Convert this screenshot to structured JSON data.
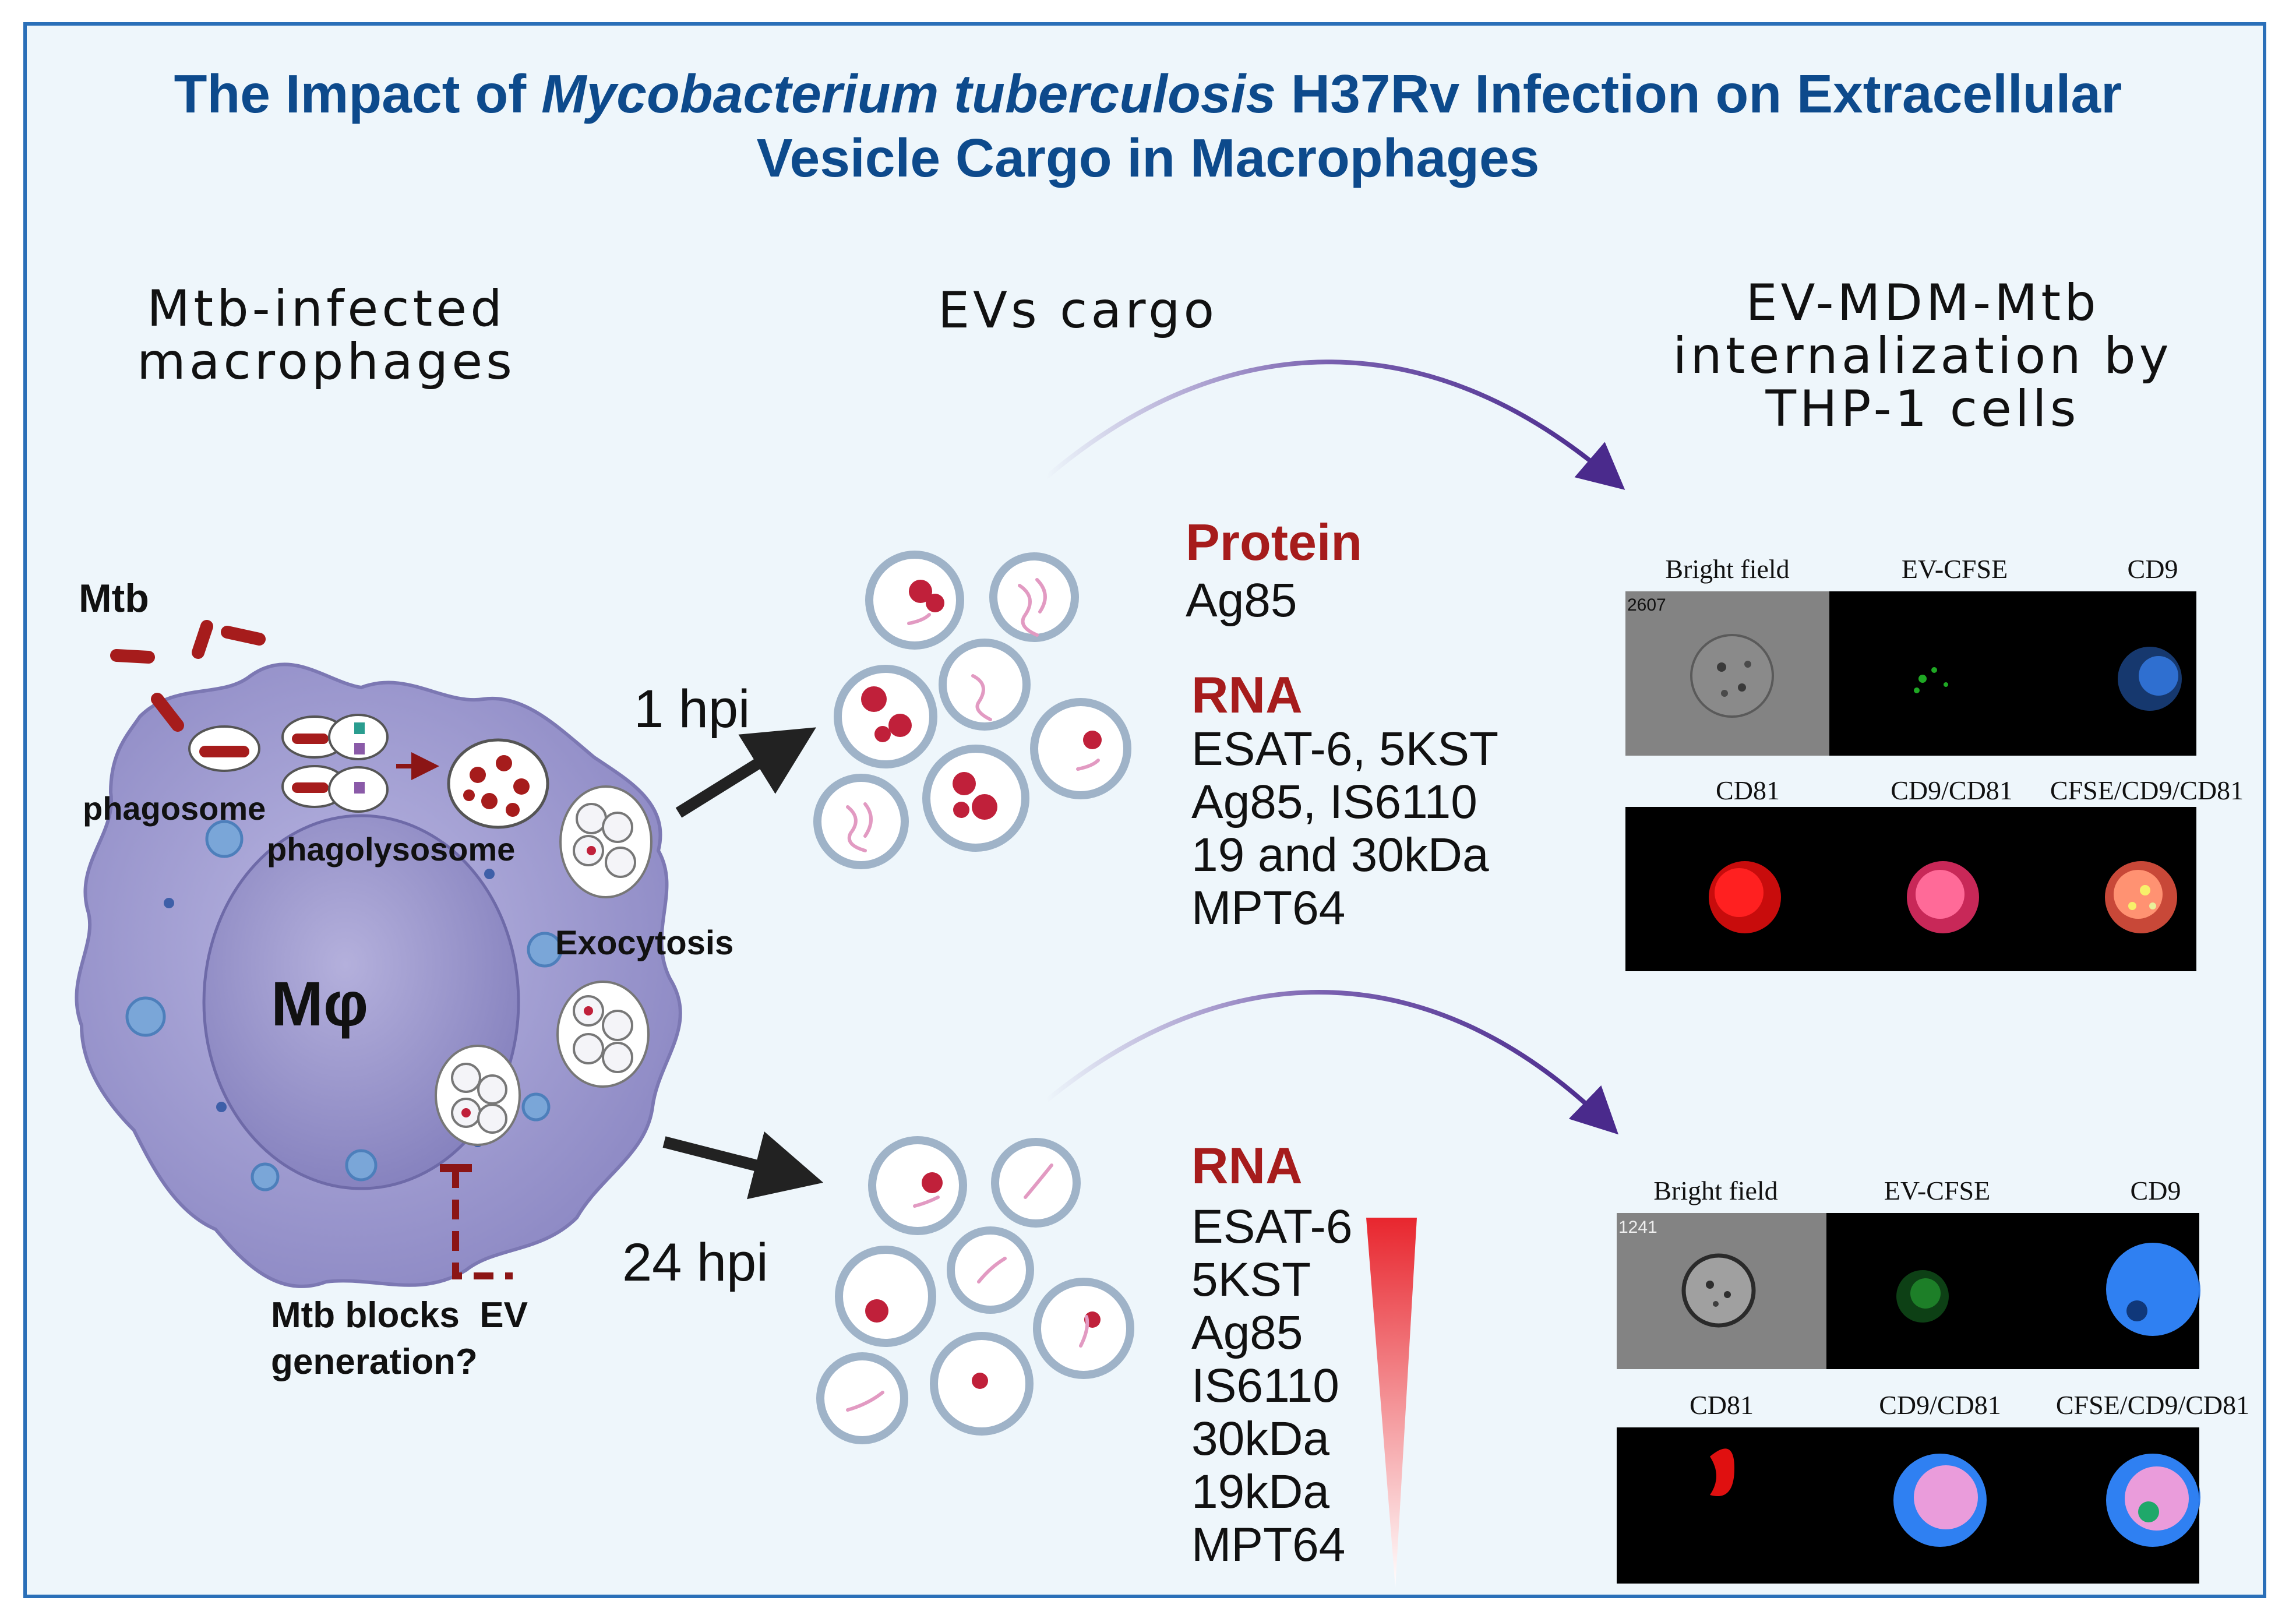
{
  "title": {
    "line1_pre": "The Impact of ",
    "line1_italic": "Mycobacterium tuberculosis",
    "line1_post": " H37Rv Infection on Extracellular",
    "line2": "Vesicle Cargo in Macrophages"
  },
  "columns": {
    "left": [
      "Mtb-infected",
      "macrophages"
    ],
    "middle": "EVs cargo",
    "right": [
      "EV-MDM-Mtb",
      "internalization by",
      "THP-1 cells"
    ]
  },
  "cell": {
    "mtb": "Mtb",
    "phagosome": "phagosome",
    "phagolysosome": "phagolysosome",
    "exocytosis": "Exocytosis",
    "macrophage": "Mφ",
    "blocks_line1": "Mtb blocks  EV",
    "blocks_line2": "generation?"
  },
  "timepoints": {
    "early": "1 hpi",
    "late": "24 hpi"
  },
  "cargo_1hpi": {
    "protein_heading": "Protein",
    "protein_items": [
      "Ag85"
    ],
    "rna_heading": "RNA",
    "rna_items": [
      "ESAT-6, 5KST",
      "Ag85, IS6110",
      "19 and 30kDa",
      "MPT64"
    ]
  },
  "cargo_24hpi": {
    "rna_heading": "RNA",
    "rna_items": [
      "ESAT-6",
      "5KST",
      "Ag85",
      "IS6110",
      "30kDa",
      "19kDa",
      "MPT64"
    ]
  },
  "imaging_1hpi": {
    "labels_top": [
      "Bright field",
      "EV-CFSE",
      "CD9"
    ],
    "labels_bottom": [
      "CD81",
      "CD9/CD81",
      "CFSE/CD9/CD81"
    ],
    "cell_id": "2607"
  },
  "imaging_24hpi": {
    "labels_top": [
      "Bright field",
      "EV-CFSE",
      "CD9"
    ],
    "labels_bottom": [
      "CD81",
      "CD9/CD81",
      "CFSE/CD9/CD81"
    ],
    "cell_id": "1241"
  },
  "colors": {
    "title": "#0d4a8c",
    "frame": "#2a6fb8",
    "bacteria": "#a61c1c",
    "cargo_red": "#c0203a",
    "arc_arrow": "#5b3a9c",
    "macrophage": "#9b97cf"
  }
}
